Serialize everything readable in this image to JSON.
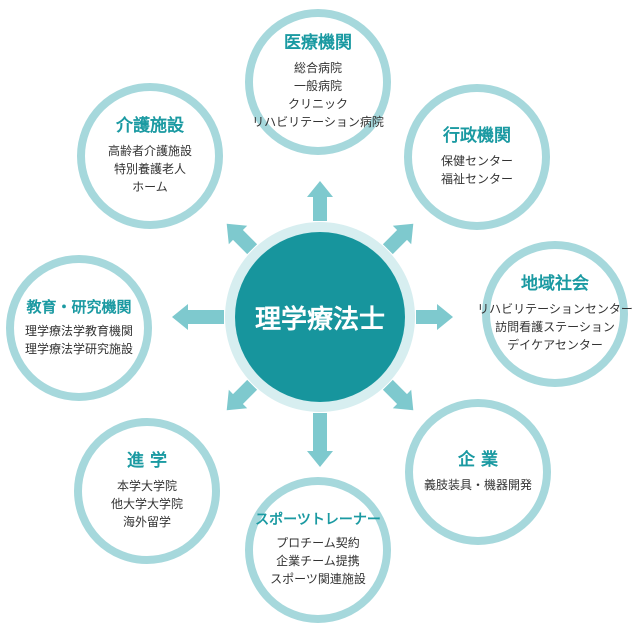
{
  "center": {
    "title": "理学療法士"
  },
  "nodes": [
    {
      "id": "medical",
      "title": "医療機関",
      "items": [
        "総合病院",
        "一般病院",
        "クリニック",
        "リハビリテーション病院"
      ]
    },
    {
      "id": "admin",
      "title": "行政機関",
      "items": [
        "保健センター",
        "福祉センター"
      ]
    },
    {
      "id": "community",
      "title": "地域社会",
      "items": [
        "リハビリテーションセンター",
        "訪問看護ステーション",
        "デイケアセンター"
      ]
    },
    {
      "id": "company",
      "title": "企 業",
      "items": [
        "義肢装具・機器開発"
      ]
    },
    {
      "id": "sports",
      "title": "スポーツトレーナー",
      "items": [
        "プロチーム契約",
        "企業チーム提携",
        "スポーツ関連施設"
      ]
    },
    {
      "id": "study",
      "title": "進 学",
      "items": [
        "本学大学院",
        "他大学大学院",
        "海外留学"
      ]
    },
    {
      "id": "education",
      "title": "教育・研究機関",
      "items": [
        "理学療法学教育機関",
        "理学療法学研究施設"
      ]
    },
    {
      "id": "care",
      "title": "介護施設",
      "items": [
        "高齢者介護施設",
        "特別養護老人",
        "ホーム"
      ]
    }
  ],
  "colors": {
    "primary": "#17959d",
    "ring": "#a6d8dc",
    "arrow": "#7ec9ce",
    "title": "#1b9aa2"
  }
}
